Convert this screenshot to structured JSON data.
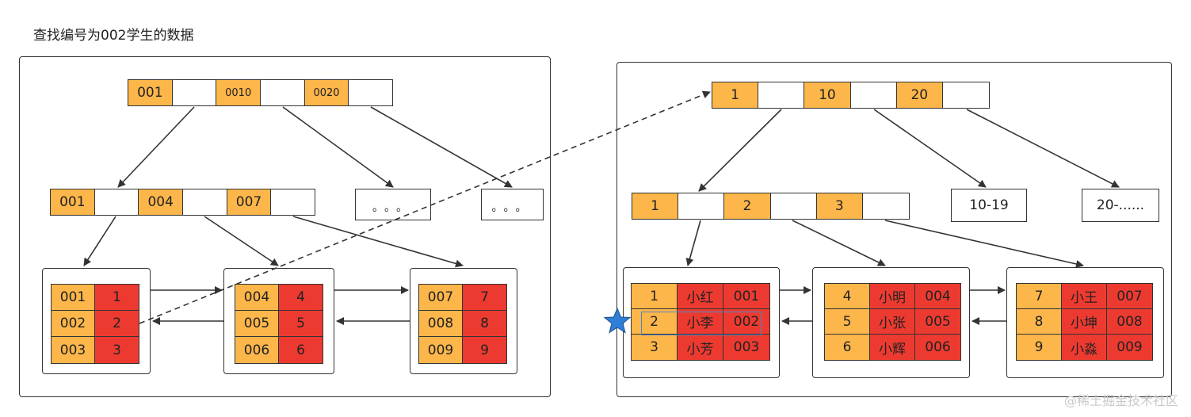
{
  "title": "查找编号为002学生的数据",
  "left": {
    "root": {
      "keys": [
        "001",
        "0010",
        "0020"
      ]
    },
    "mid": {
      "keys": [
        "001",
        "004",
        "007"
      ]
    },
    "others": [
      "。。。",
      "。。。"
    ],
    "leaves": [
      {
        "rows": [
          [
            "001",
            "1"
          ],
          [
            "002",
            "2"
          ],
          [
            "003",
            "3"
          ]
        ]
      },
      {
        "rows": [
          [
            "004",
            "4"
          ],
          [
            "005",
            "5"
          ],
          [
            "006",
            "6"
          ]
        ]
      },
      {
        "rows": [
          [
            "007",
            "7"
          ],
          [
            "008",
            "8"
          ],
          [
            "009",
            "9"
          ]
        ]
      }
    ]
  },
  "right": {
    "root": {
      "keys": [
        "1",
        "10",
        "20"
      ]
    },
    "mid": {
      "keys": [
        "1",
        "2",
        "3"
      ]
    },
    "others": [
      "10-19",
      "20-......"
    ],
    "leaves": [
      {
        "rows": [
          [
            "1",
            "小红",
            "001"
          ],
          [
            "2",
            "小李",
            "002"
          ],
          [
            "3",
            "小芳",
            "003"
          ]
        ]
      },
      {
        "rows": [
          [
            "4",
            "小明",
            "004"
          ],
          [
            "5",
            "小张",
            "005"
          ],
          [
            "6",
            "小辉",
            "006"
          ]
        ]
      },
      {
        "rows": [
          [
            "7",
            "小王",
            "007"
          ],
          [
            "8",
            "小坤",
            "008"
          ],
          [
            "9",
            "小淼",
            "009"
          ]
        ]
      }
    ]
  },
  "watermark": "@稀土掘金技术社区",
  "colors": {
    "key": "#fdb64a",
    "value": "#ed3a30",
    "highlight": "#4a86c8",
    "star": "#2f7fd8"
  }
}
